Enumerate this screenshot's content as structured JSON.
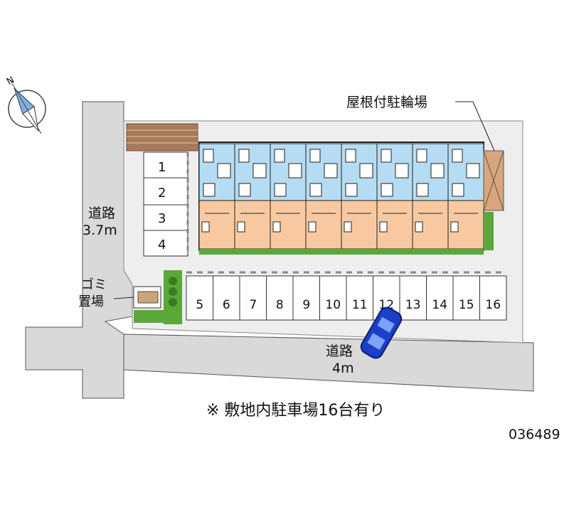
{
  "compass": {
    "label": "N"
  },
  "bicycle_parking_label": "屋根付駐輪場",
  "road_left": {
    "line1": "道路",
    "line2": "3.7m"
  },
  "road_bottom": {
    "line1": "道路",
    "line2": "4m"
  },
  "garbage": {
    "line1": "ゴミ",
    "line2": "置場"
  },
  "note": "※ 敷地内駐車場16台有り",
  "property_code": "036489",
  "parking_left": [
    "1",
    "2",
    "3",
    "4"
  ],
  "parking_bottom": [
    "5",
    "6",
    "7",
    "8",
    "9",
    "10",
    "11",
    "12",
    "13",
    "14",
    "15",
    "16"
  ],
  "colors": {
    "road": "#d9d9d9",
    "site": "#eeeeee",
    "unit_blue": "#b5dcf2",
    "unit_orange": "#f8c9a0",
    "brick": "#a87a5c",
    "green": "#5aa83a",
    "car": "#1a3fc8"
  }
}
